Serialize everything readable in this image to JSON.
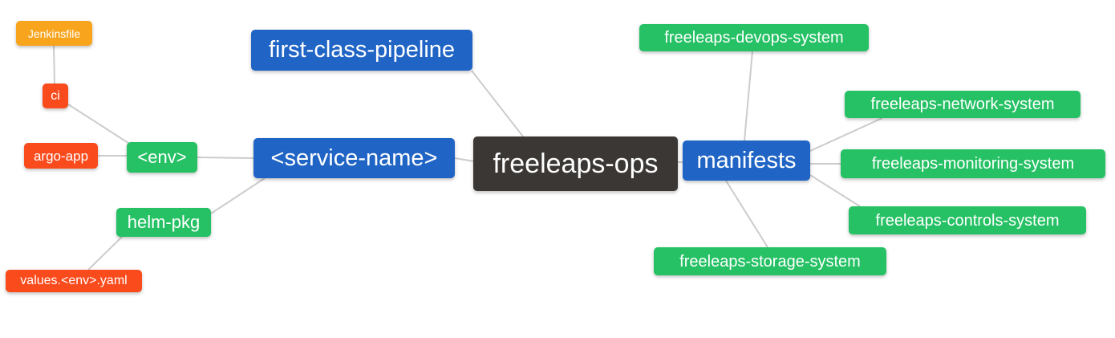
{
  "diagram": {
    "title": "freeleaps-ops repository structure mind map",
    "background": "#ffffff",
    "colors": {
      "root": "#3b3734",
      "branch": "#2065c5",
      "leaf_green": "#25c164",
      "leaf_red": "#f94b1c",
      "leaf_orange": "#f8a41d",
      "edge": "#cccccc",
      "text": "#ffffff"
    },
    "nodes": {
      "ops": {
        "label": "freeleaps-ops"
      },
      "pipeline": {
        "label": "first-class-pipeline"
      },
      "service": {
        "label": "<service-name>"
      },
      "manifests": {
        "label": "manifests"
      },
      "env": {
        "label": "<env>"
      },
      "helm_pkg": {
        "label": "helm-pkg"
      },
      "ci": {
        "label": "ci"
      },
      "argo_app": {
        "label": "argo-app"
      },
      "jenkinsfile": {
        "label": "Jenkinsfile"
      },
      "values": {
        "label": "values.<env>.yaml"
      },
      "devops": {
        "label": "freeleaps-devops-system"
      },
      "network": {
        "label": "freeleaps-network-system"
      },
      "monitoring": {
        "label": "freeleaps-monitoring-system"
      },
      "controls": {
        "label": "freeleaps-controls-system"
      },
      "storage": {
        "label": "freeleaps-storage-system"
      }
    },
    "edges": [
      {
        "from": "jenkinsfile",
        "to": "ci"
      },
      {
        "from": "ci",
        "to": "env"
      },
      {
        "from": "argo_app",
        "to": "env"
      },
      {
        "from": "env",
        "to": "service"
      },
      {
        "from": "helm_pkg",
        "to": "service"
      },
      {
        "from": "values",
        "to": "helm_pkg"
      },
      {
        "from": "pipeline",
        "to": "ops"
      },
      {
        "from": "service",
        "to": "ops"
      },
      {
        "from": "ops",
        "to": "manifests"
      },
      {
        "from": "manifests",
        "to": "devops"
      },
      {
        "from": "manifests",
        "to": "network"
      },
      {
        "from": "manifests",
        "to": "monitoring"
      },
      {
        "from": "manifests",
        "to": "controls"
      },
      {
        "from": "manifests",
        "to": "storage"
      }
    ]
  }
}
